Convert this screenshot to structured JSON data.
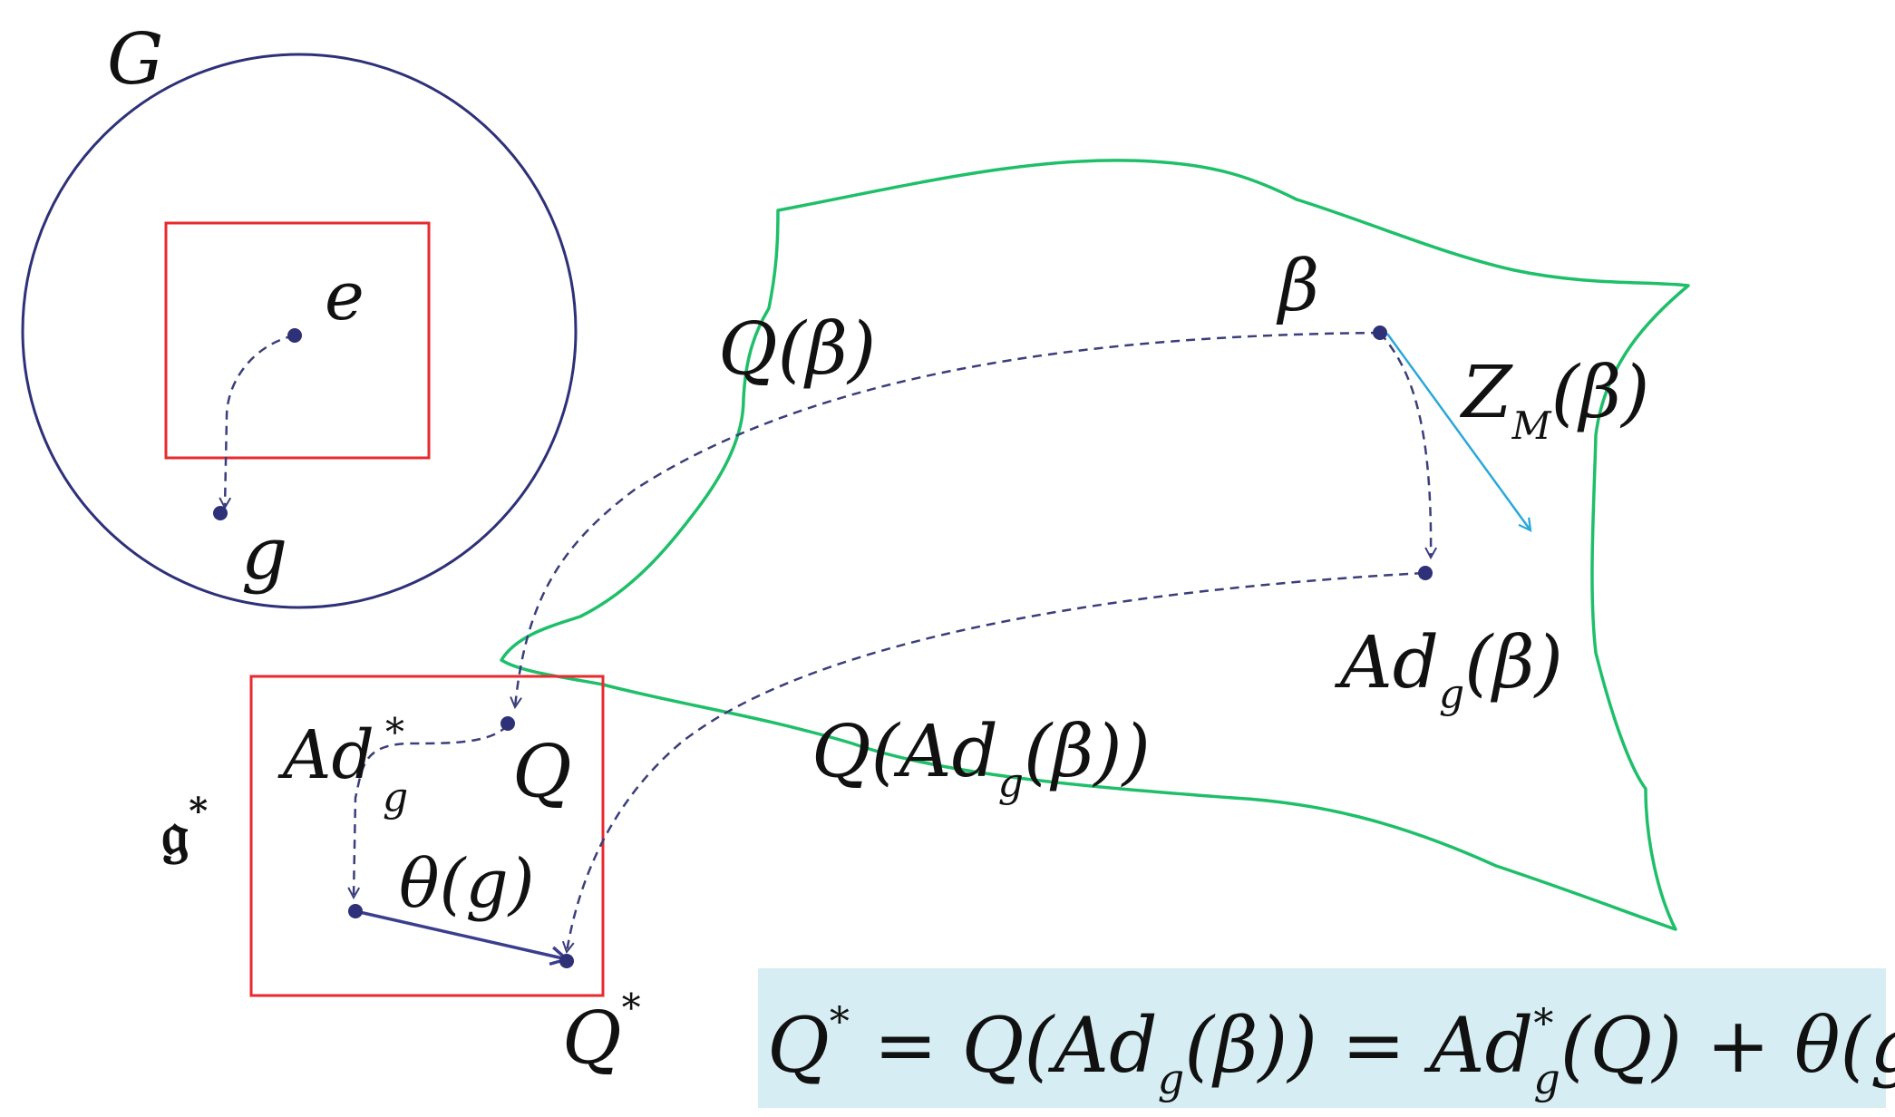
{
  "group": {
    "symbol": "G",
    "identity": "e",
    "element": "g"
  },
  "dual": {
    "symbol": "𝔤",
    "star": "*",
    "point_q": "Q",
    "point_q_star_base": "Q",
    "point_q_star_sup": "*",
    "coadjoint_base": "Ad",
    "coadjoint_sub": "g",
    "coadjoint_sup": "*",
    "cocycle": "θ(g)"
  },
  "manifold": {
    "beta": "β",
    "q_beta": "Q(β)",
    "zm_base": "Z",
    "zm_sub": "M",
    "zm_arg": "(β)",
    "adg_base": "Ad",
    "adg_sub": "g",
    "adg_arg": "(β)",
    "q_adg_open": "Q(Ad",
    "q_adg_sub": "g",
    "q_adg_close": "(β))"
  },
  "equation": {
    "lhs_base": "Q",
    "lhs_sup": "*",
    "eq1": " = ",
    "mid_open": "Q(Ad",
    "mid_sub": "g",
    "mid_close": "(β))",
    "eq2": " = ",
    "rhs_base": "Ad",
    "rhs_sub": "g",
    "rhs_sup": "*",
    "rhs_arg": "(Q) + θ(g)"
  },
  "colors": {
    "circle": "#2e3177",
    "boxes": "#e8292e",
    "manifold": "#1fbf6a",
    "dashed": "#3b3e7a",
    "zm_arrow": "#2aa8d8",
    "solid_arrow": "#3b3e8c",
    "equation_bg": "#d6eef3"
  }
}
